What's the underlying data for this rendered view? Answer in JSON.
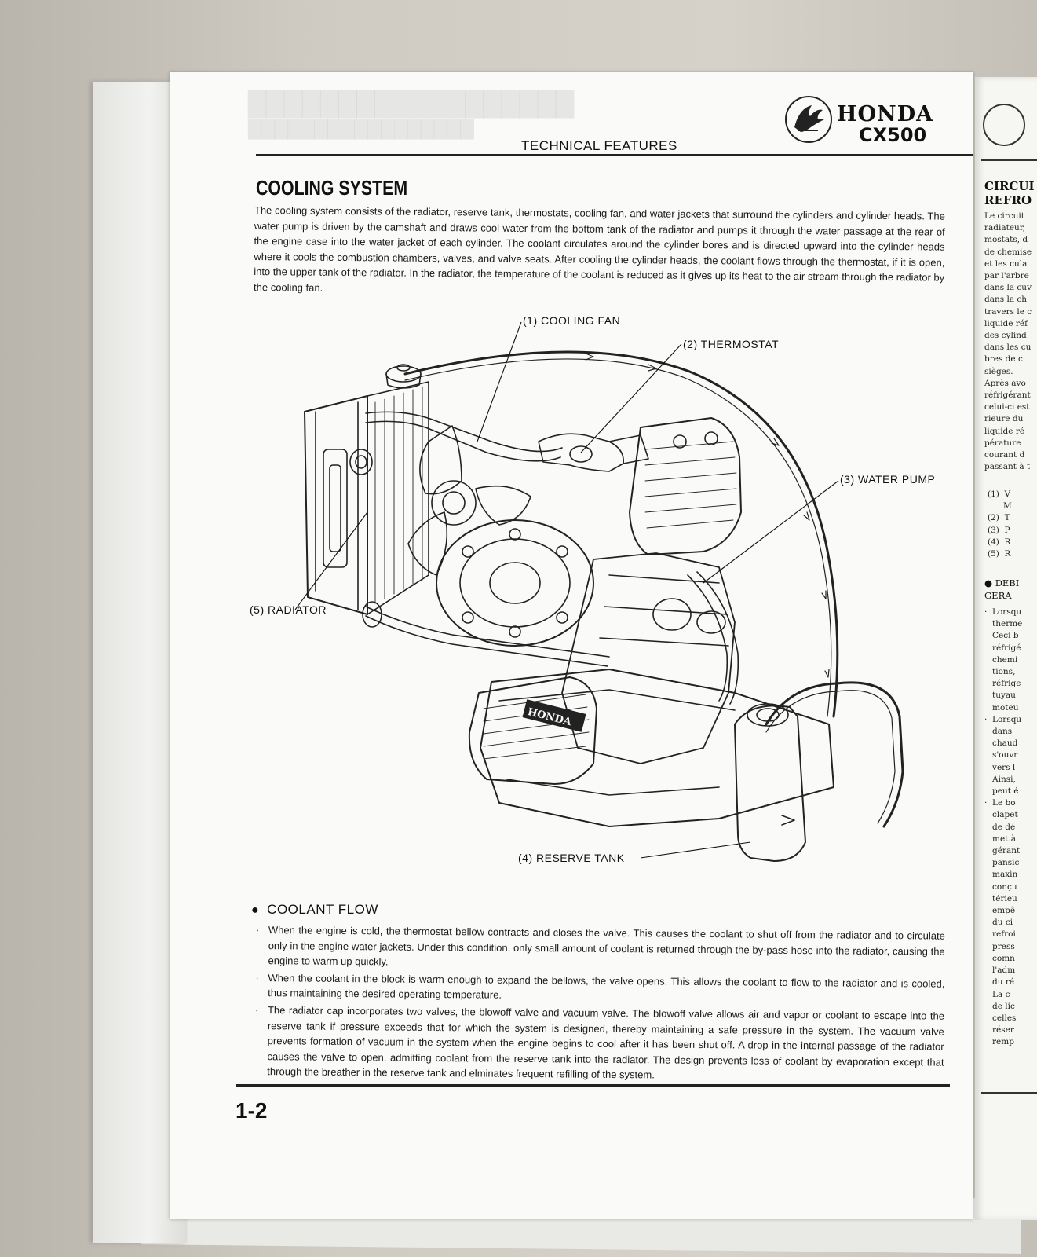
{
  "header": {
    "brand": "HONDA",
    "model": "CX500",
    "section": "TECHNICAL FEATURES",
    "logo_icon": "honda-wing-icon"
  },
  "section_title": "COOLING SYSTEM",
  "intro": "The cooling system consists of the radiator, reserve tank, thermostats, cooling fan, and water jackets that surround the cylinders and cylinder heads. The water pump is driven by the camshaft and draws cool water from the bottom tank of the radiator and pumps it through the water passage at the rear of the engine case into the water jacket of each cylinder. The coolant circulates around the cylinder bores and is directed upward into the cylinder heads where it cools the combustion chambers, valves, and valve seats. After cooling the cylinder heads, the coolant flows through the thermostat, if it is open, into the upper tank of the radiator. In the radiator, the temperature of the coolant is reduced as it gives up its heat to the air stream through the radiator by the cooling fan.",
  "figure": {
    "callouts": [
      {
        "id": "cooling-fan",
        "text": "(1) COOLING FAN"
      },
      {
        "id": "thermostat",
        "text": "(2) THERMOSTAT"
      },
      {
        "id": "water-pump",
        "text": "(3) WATER PUMP"
      },
      {
        "id": "reserve-tank",
        "text": "(4) RESERVE TANK"
      },
      {
        "id": "radiator",
        "text": "(5) RADIATOR"
      }
    ],
    "engine_badge": "HONDA"
  },
  "coolant_flow": {
    "heading": "COOLANT FLOW",
    "items": [
      "When the engine is cold, the thermostat bellow contracts and closes the valve. This causes the coolant to shut off from the radiator and to circulate only in the engine water jackets. Under this condition, only small amount of coolant is returned through the by-pass hose into the radiator, causing the engine to warm up quickly.",
      "When the coolant in the block is warm enough to expand the bellows, the valve opens. This allows the coolant to flow to the radiator and is cooled, thus maintaining the desired operating temperature.",
      "The radiator cap incorporates two valves, the blowoff valve and vacuum valve. The blowoff valve allows air and vapor or coolant to escape into the reserve tank if pressure exceeds that for which the system is designed, thereby maintaining a safe pressure in the system. The vacuum valve prevents formation of vacuum in the system when the engine begins to cool after it has been shut off. A drop in the internal passage of the radiator causes the valve to open, admitting coolant from the reserve tank into the radiator. The design prevents loss of coolant by evaporation except that through the breather in the reserve tank and elminates frequent refilling of the system."
    ]
  },
  "page_number": "1-2",
  "right_page": {
    "title_lines": [
      "CIRCUI",
      "REFRO"
    ],
    "text_lines": [
      "Le circuit",
      "radiateur,",
      "mostats, d",
      "de chemise",
      "et les cula",
      "par l'arbre",
      "dans la cuv",
      "dans la ch",
      "travers le c",
      "liquide réf",
      "des cylind",
      "dans les cu",
      "bres de c",
      "sièges.",
      "Après avo",
      "réfrigérant",
      "celui-ci est",
      "rieure du",
      "liquide ré",
      "pérature",
      "courant d",
      "passant à t"
    ],
    "legend": [
      "(1)  V",
      "      M",
      "(2)  T",
      "(3)  P",
      "(4)  R",
      "(5)  R"
    ],
    "subheading_lines": [
      "●  DEBI",
      "    GERA"
    ],
    "text2_lines": [
      "·  Lorsqu",
      "   therme",
      "   Ceci b",
      "   réfrigé",
      "   chemi",
      "   tions,",
      "   réfrige",
      "   tuyau",
      "   moteu",
      "·  Lorsqu",
      "   dans",
      "   chaud",
      "   s'ouvr",
      "   vers l",
      "   Ainsi,",
      "   peut é",
      "·  Le bo",
      "   clapet",
      "   de dé",
      "   met à",
      "   gérant",
      "   pansic",
      "   maxin",
      "   conçu",
      "   térieu",
      "   empê",
      "   du ci",
      "   refroi",
      "   press",
      "   comn",
      "   l'adm",
      "   du ré",
      "   La c",
      "   de lic",
      "   celles",
      "   réser",
      "   remp"
    ]
  }
}
